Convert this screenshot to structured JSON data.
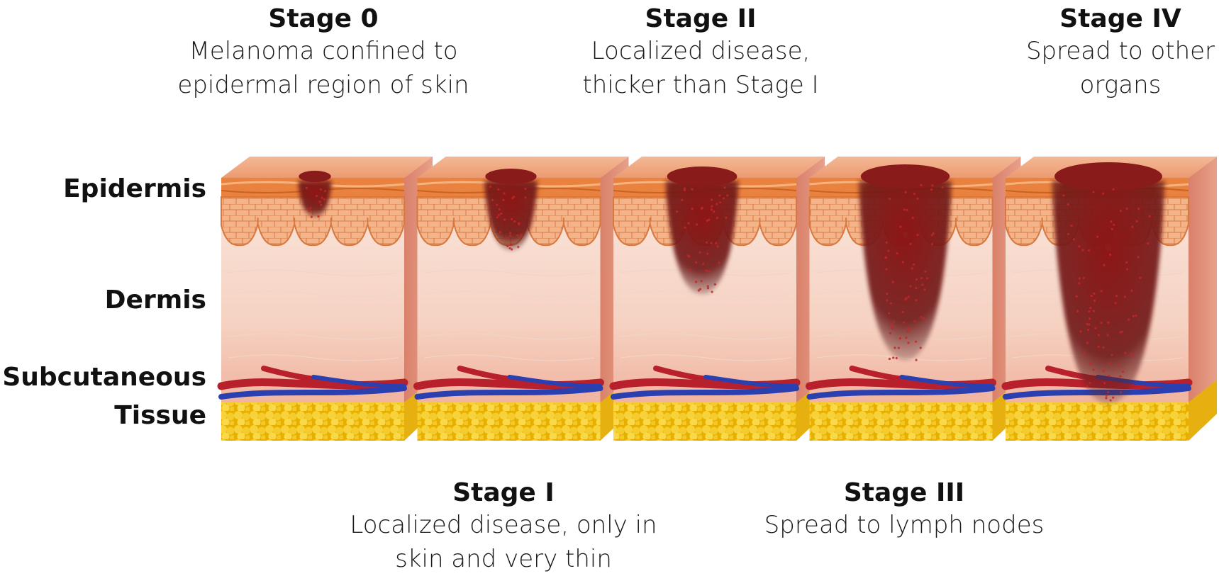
{
  "layers": {
    "epidermis": "Epidermis",
    "dermis": "Dermis",
    "subcutaneous_line1": "Subcutaneous",
    "subcutaneous_line2": "Tissue"
  },
  "stages": [
    {
      "title": "Stage 0",
      "desc_line1": "Melanoma confined to",
      "desc_line2": "epidermal region of skin",
      "tumor_depth": 0.15
    },
    {
      "title": "Stage I",
      "desc_line1": "Localized disease, only in",
      "desc_line2": "skin and very thin",
      "tumor_depth": 0.3
    },
    {
      "title": "Stage II",
      "desc_line1": "Localized disease,",
      "desc_line2": "thicker than Stage I",
      "tumor_depth": 0.5
    },
    {
      "title": "Stage III",
      "desc_line1": "Spread to lymph nodes",
      "desc_line2": "",
      "tumor_depth": 0.8
    },
    {
      "title": "Stage IV",
      "desc_line1": "Spread to other",
      "desc_line2": "organs",
      "tumor_depth": 1.0
    }
  ],
  "colors": {
    "skin_top": "#f0a87c",
    "epidermis": "#e8823e",
    "epidermis_cells": "#f3b184",
    "dermis_top": "#f9e6dc",
    "dermis_bottom": "#f0b29e",
    "artery": "#b8202c",
    "vein": "#2a3fb0",
    "fat": "#f2c318",
    "tumor": "#7a1616"
  }
}
